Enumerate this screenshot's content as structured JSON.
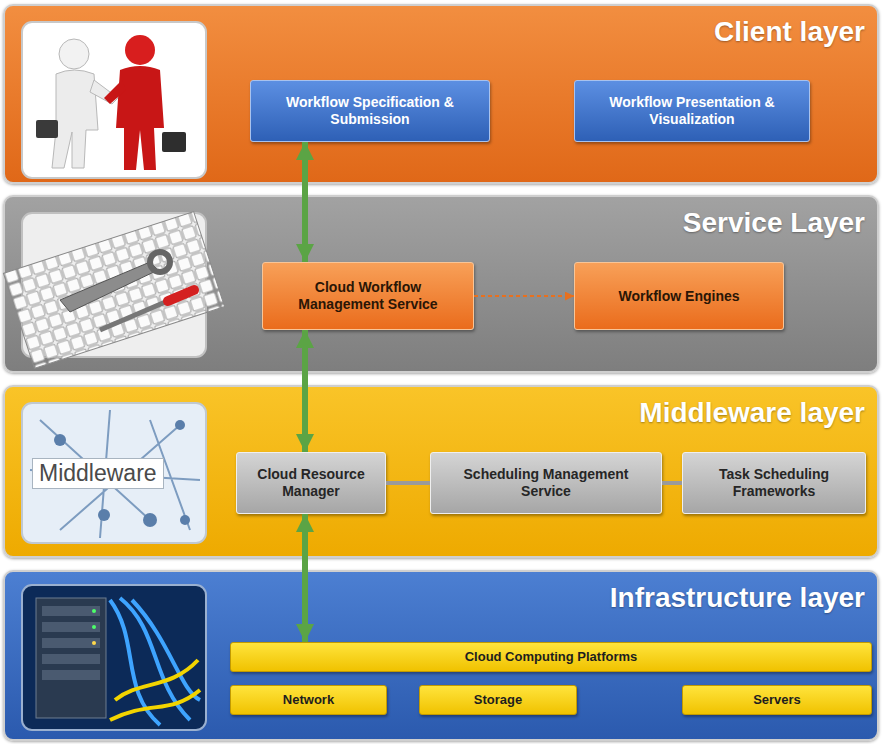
{
  "diagram": {
    "nodes": [
      {
        "text": [
          "Client layer"
        ]
      },
      {
        "text": [
          "Workflow Specification & Submission"
        ],
        "in": 0
      },
      {
        "text": [
          "Workflow Presentation & Visualization"
        ],
        "in": 0
      },
      {
        "text": [
          "Service Layer"
        ]
      },
      {
        "text": [
          "Cloud Workflow Management Service"
        ],
        "in": 3
      },
      {
        "text": [
          "Workflow Engines"
        ],
        "in": 3
      },
      {
        "text": [
          "Middleware layer"
        ]
      },
      {
        "text": [
          "Cloud Resource Manager"
        ],
        "in": 6
      },
      {
        "text": [
          "Scheduling Management Service"
        ],
        "in": 6
      },
      {
        "text": [
          "Task Scheduling Frameworks"
        ],
        "in": 6
      },
      {
        "text": [
          "Infrastructure layer"
        ]
      },
      {
        "text": [
          "Cloud Computing Platforms"
        ],
        "in": 10
      },
      {
        "text": [
          "Network"
        ],
        "in": 10
      },
      {
        "text": [
          "Storage"
        ],
        "in": 10
      },
      {
        "text": [
          "Servers"
        ],
        "in": 10
      }
    ],
    "edges": [
      {
        "from": 1,
        "to": 4,
        "arrow": "both"
      },
      {
        "from": 4,
        "to": 5,
        "arrow": "to"
      },
      {
        "from": 4,
        "to": 7,
        "arrow": "both"
      },
      {
        "from": 7,
        "to": 11,
        "arrow": "both"
      },
      {
        "from": 7,
        "to": 8,
        "arrow": "none"
      },
      {
        "from": 8,
        "to": 9,
        "arrow": "none"
      }
    ],
    "labels": [
      "Middleware"
    ]
  }
}
